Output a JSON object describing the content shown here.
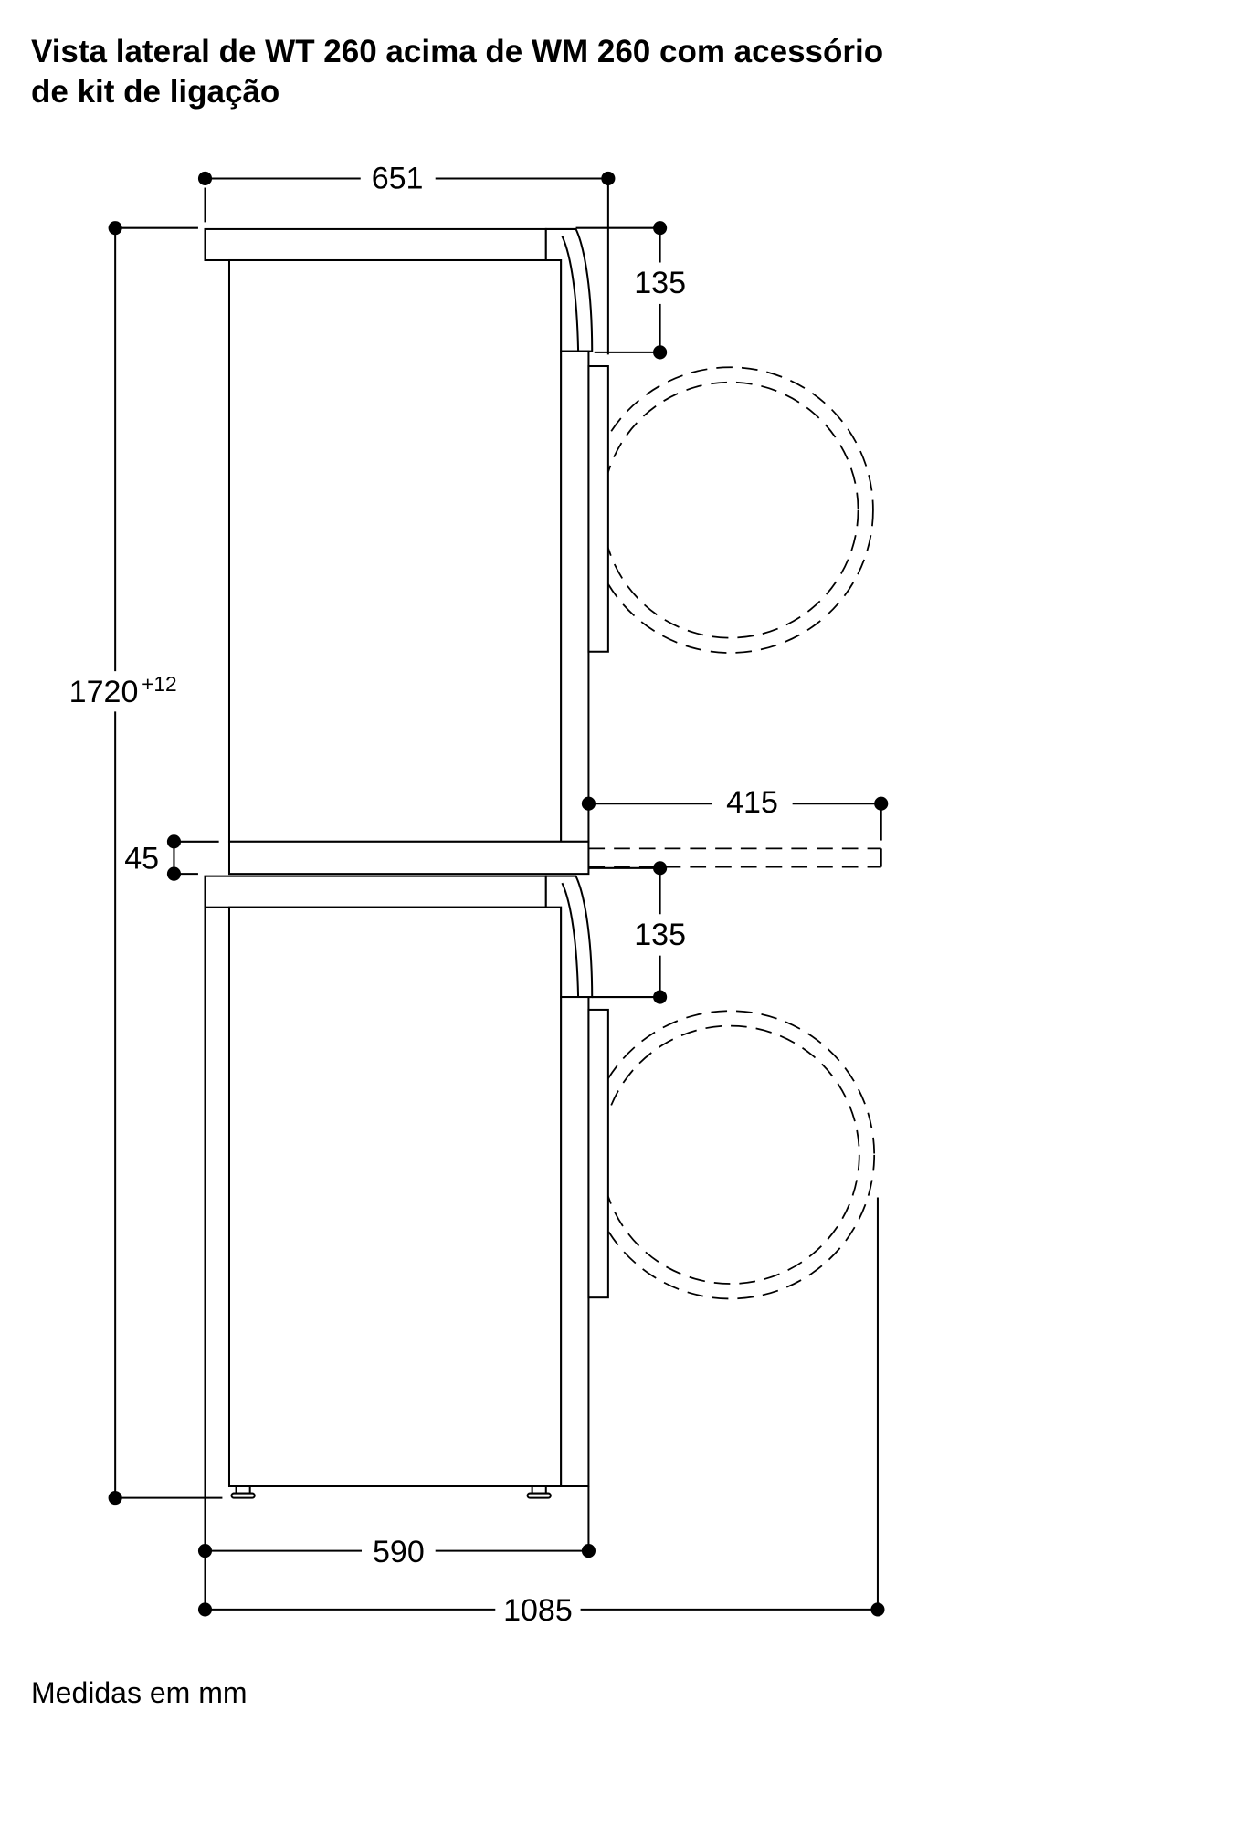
{
  "title_lines": [
    "Vista lateral de WT 260 acima de WM 260 com acessório",
    "de kit de ligação"
  ],
  "footer_note": "Medidas em mm",
  "dimensions": {
    "top_depth": "651",
    "total_height": "1720",
    "total_height_tolerance": "+12",
    "dryer_panel_height": "135",
    "drawer_extension": "415",
    "kit_height": "45",
    "washer_panel_height": "135",
    "body_depth": "590",
    "depth_door_open": "1085"
  },
  "colors": {
    "line": "#000000",
    "background": "#ffffff"
  }
}
